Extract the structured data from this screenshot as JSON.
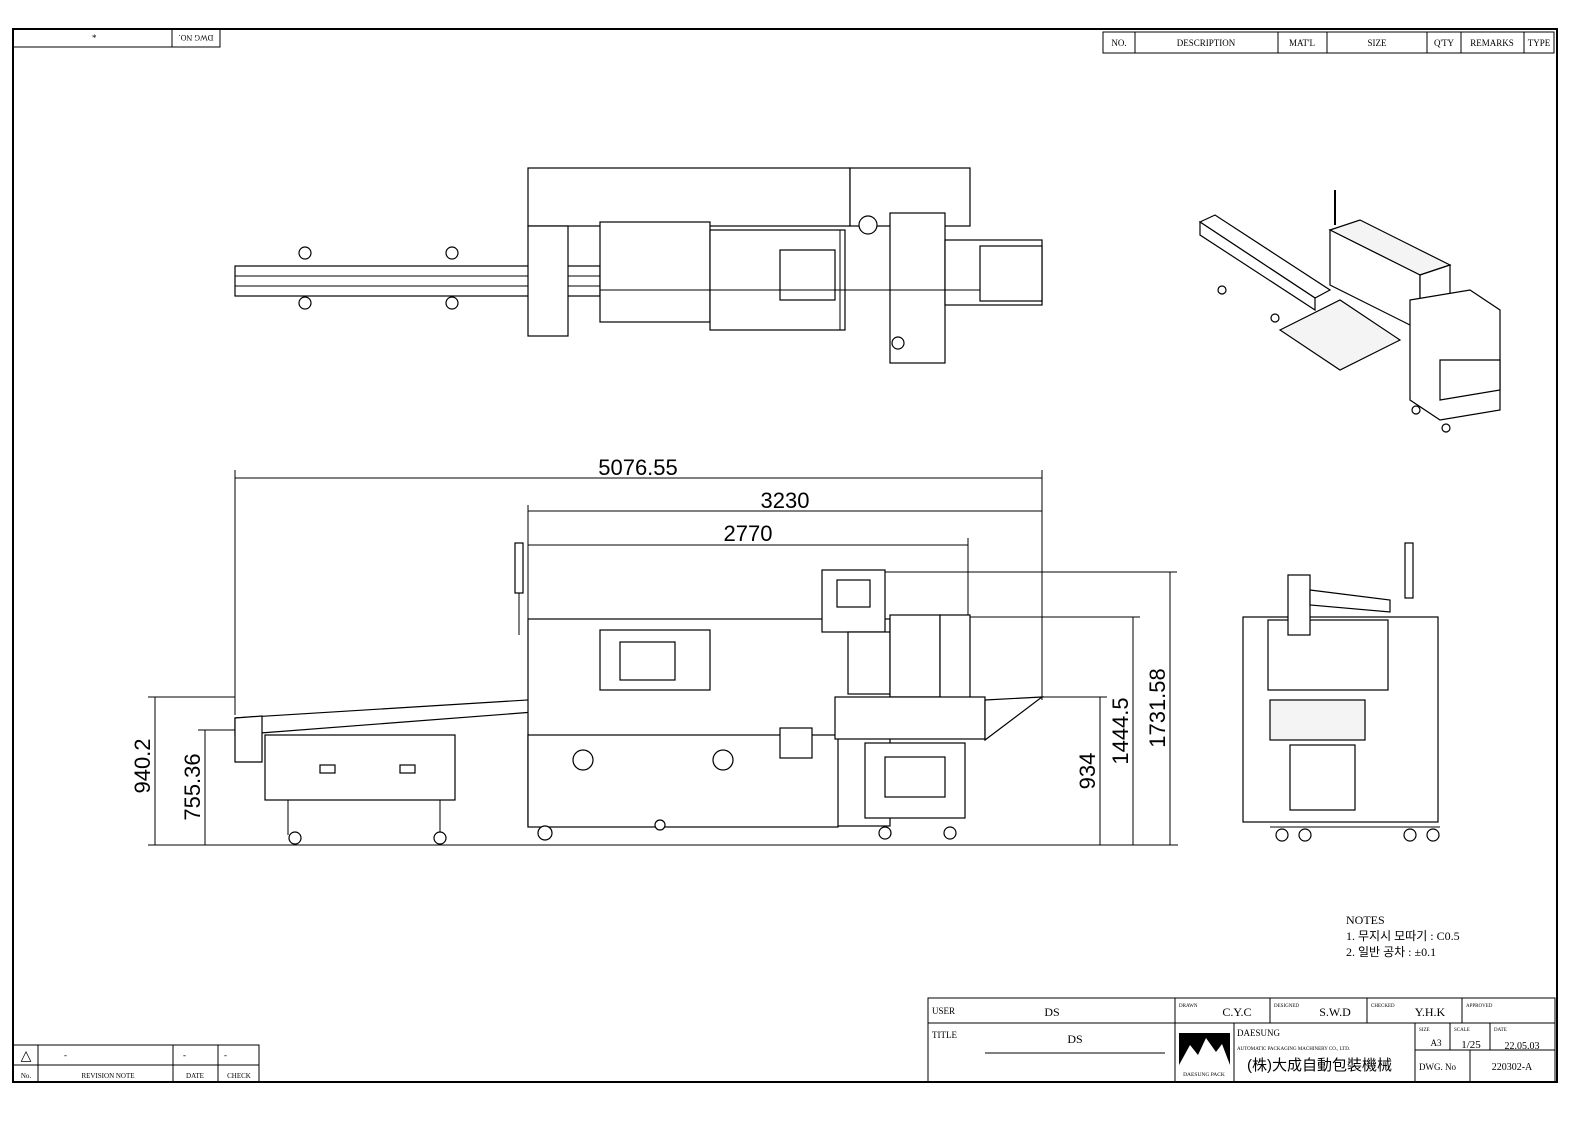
{
  "top_strip": {
    "left_value": "*",
    "dwg_no_label": "DWG NO."
  },
  "bom_header": [
    "NO.",
    "DESCRIPTION",
    "MAT'L",
    "SIZE",
    "Q'TY",
    "REMARKS",
    "TYPE"
  ],
  "dimensions": {
    "overall_length": "5076.55",
    "body_length": "3230",
    "frame_length": "2770",
    "conveyor_height": "940.2",
    "infeed_height": "755.36",
    "outfeed_height": "934",
    "cabinet_height": "1444.5",
    "overall_height": "1731.58"
  },
  "notes": {
    "title": "NOTES",
    "items": [
      "1. 무지시 모따기 : C0.5",
      "2. 일반 공차 : ±0.1"
    ]
  },
  "revision": {
    "row": {
      "mark": "△",
      "note": "-",
      "date": "-",
      "check": "-"
    },
    "headers": {
      "no": "No.",
      "note": "REVISION NOTE",
      "date": "DATE",
      "check": "CHECK"
    }
  },
  "title_block": {
    "user_label": "USER",
    "user_value": "DS",
    "title_label": "TITLE",
    "title_value": "DS",
    "drawn_label": "DRAWN",
    "drawn_value": "C.Y.C",
    "designed_label": "DESIGNED",
    "designed_value": "S.W.D",
    "checked_label": "CHECKED",
    "checked_value": "Y.H.K",
    "approved_label": "APPROVED",
    "approved_value": "",
    "company_en": "DAESUNG",
    "company_sub": "AUTOMATIC PACKAGING MACHINERY CO., LTD.",
    "company_kr": "(株)大成自動包裝機械",
    "logo_text": "DAESUNG PACK",
    "size_label": "SIZE",
    "size_value": "A3",
    "scale_label": "SCALE",
    "scale_value": "1/25",
    "date_label": "DATE",
    "date_value": "22.05.03",
    "dwg_no_label": "DWG. No",
    "dwg_no_value": "220302-A"
  }
}
